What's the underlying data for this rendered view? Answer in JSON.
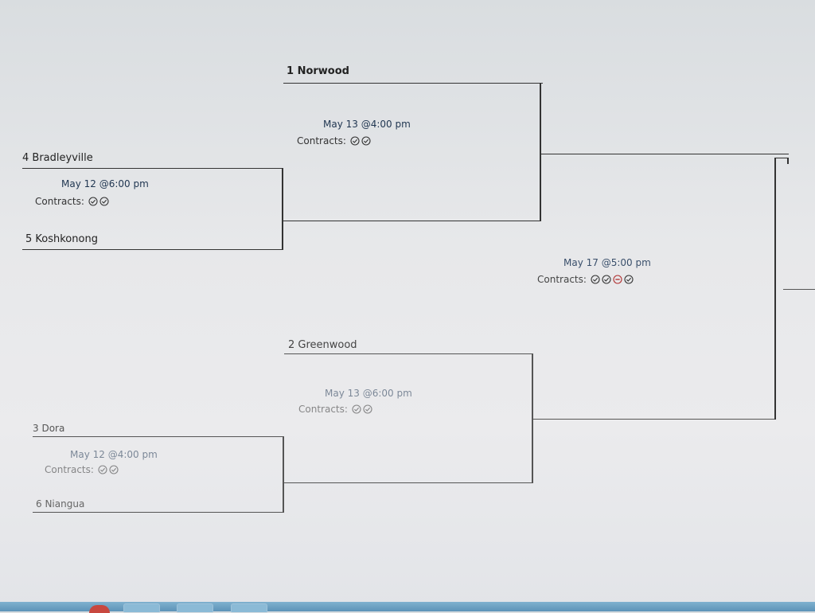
{
  "bracket": {
    "round1": [
      {
        "top_team": "4 Bradleyville",
        "bottom_team": "5 Koshkonong",
        "date": "May 12 @6:00 pm",
        "contracts_label": "Contracts:",
        "contracts": [
          "check-circle-icon",
          "check-circle-icon"
        ]
      },
      {
        "top_team": "3 Dora",
        "bottom_team": "6 Niangua",
        "date": "May 12 @4:00 pm",
        "contracts_label": "Contracts:",
        "contracts": [
          "check-circle-icon",
          "check-circle-icon"
        ]
      }
    ],
    "round2": [
      {
        "top_team": "1 Norwood",
        "date": "May 13 @4:00 pm",
        "contracts_label": "Contracts:",
        "contracts": [
          "check-circle-icon",
          "check-circle-icon"
        ]
      },
      {
        "top_team": "2 Greenwood",
        "date": "May 13 @6:00 pm",
        "contracts_label": "Contracts:",
        "contracts": [
          "check-circle-icon",
          "check-circle-icon"
        ]
      }
    ],
    "final": {
      "date": "May 17 @5:00 pm",
      "contracts_label": "Contracts:",
      "contracts": [
        "check-circle-icon",
        "check-circle-icon",
        "minus-circle-icon",
        "check-circle-icon"
      ]
    }
  },
  "colors": {
    "line": "#333333",
    "date_text": "#1f3550",
    "minus_icon": "#b03030",
    "taskbar": "#6aa0c4"
  }
}
